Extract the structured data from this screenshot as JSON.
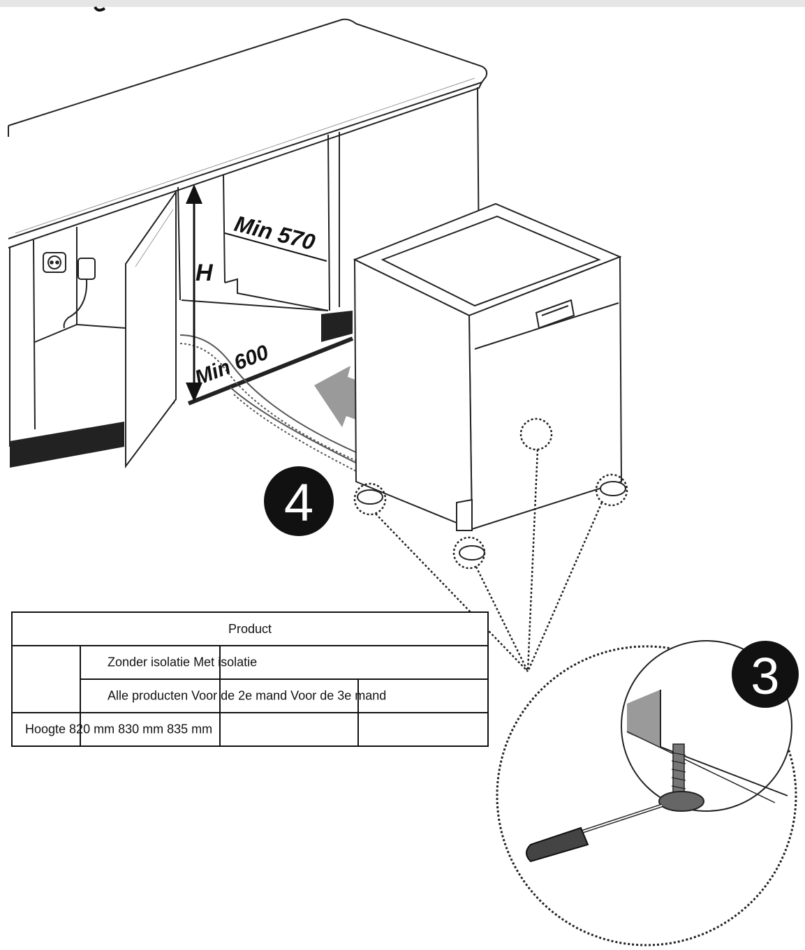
{
  "labels": {
    "height_marker": "H",
    "min_depth": "Min 570",
    "min_width": "Min 600",
    "step_4": "4",
    "step_3": "3"
  },
  "table": {
    "header": "Product",
    "row_insulation": "Zonder isolatie Met isolatie",
    "row_products": "Alle producten Voor de 2e mand Voor de 3e mand",
    "row_height": "Hoogte 820 mm 830 mm 835 mm"
  },
  "colors": {
    "line": "#111111",
    "arrow_gray": "#9a9a9a",
    "top_bar": "#e6e6e6"
  }
}
